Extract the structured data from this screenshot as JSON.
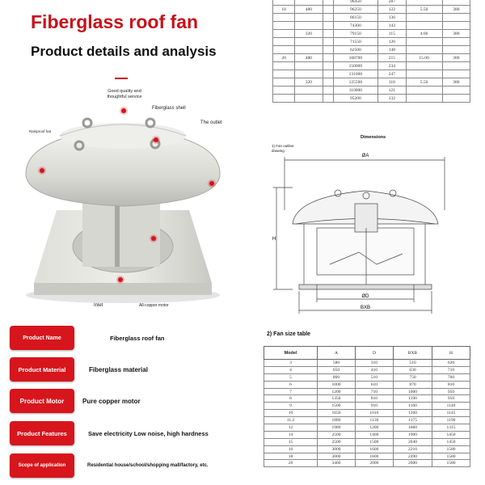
{
  "title": "Fiberglass roof fan",
  "subtitle": "Product details and analysis",
  "callouts": {
    "quality": "Good quality and thoughtful service",
    "shell": "Fiberglass shell",
    "outlet": "The outlet",
    "rainproof": "Rainproof hat",
    "inlet": "Inlet",
    "motor": "All-copper motor"
  },
  "specs": [
    {
      "label": "Product Name",
      "value": "Fiberglass roof fan"
    },
    {
      "label": "Product Material",
      "value": "Fiberglass material"
    },
    {
      "label": "Product Motor",
      "value": "Pure copper motor"
    },
    {
      "label": "Product Features",
      "value": "Save electricity Low noise, high hardness"
    },
    {
      "label": "Scope of application",
      "value": "Residential house/school/shopping mall/factory, etc."
    }
  ],
  "perf_table": {
    "rows": [
      [
        "",
        "",
        "",
        "96450",
        "287",
        "",
        ""
      ],
      [
        "18",
        "480",
        "",
        "96250",
        "122",
        "5.50",
        "380"
      ],
      [
        "",
        "",
        "",
        "86150",
        "136",
        "",
        ""
      ],
      [
        "",
        "",
        "",
        "74300",
        "143",
        "",
        ""
      ],
      [
        "",
        "320",
        "",
        "79150",
        "115",
        "4.00",
        "380"
      ],
      [
        "",
        "",
        "",
        "71550",
        "126",
        "",
        ""
      ],
      [
        "",
        "",
        "",
        "62500",
        "148",
        "",
        ""
      ],
      [
        "20",
        "480",
        "",
        "168700",
        "215",
        "15.00",
        "380"
      ],
      [
        "",
        "",
        "",
        "150000",
        "234",
        "",
        ""
      ],
      [
        "",
        "",
        "",
        "131000",
        "247",
        "",
        ""
      ],
      [
        "",
        "320",
        "",
        "125500",
        "118",
        "5.50",
        "380"
      ],
      [
        "",
        "",
        "",
        "110000",
        "121",
        "",
        ""
      ],
      [
        "",
        "",
        "",
        "95200",
        "132",
        "",
        ""
      ]
    ]
  },
  "dimensions": {
    "title": "Dimensions",
    "note": "1) Fan outline drawing",
    "label_a": "ØA",
    "label_h": "H",
    "label_d": "ØD",
    "label_b": "BXB"
  },
  "size_table": {
    "title": "2) Fan size table",
    "headers": [
      "Model",
      "A",
      "D",
      "BXB",
      "H"
    ],
    "rows": [
      [
        "3",
        "580",
        "310",
        "510",
        "620"
      ],
      [
        "4",
        "650",
        "410",
        "630",
        "710"
      ],
      [
        "5",
        "800",
        "510",
        "750",
        "760"
      ],
      [
        "6",
        "1000",
        "610",
        "870",
        "810"
      ],
      [
        "7",
        "1200",
        "710",
        "1000",
        "950"
      ],
      [
        "8",
        "1350",
        "810",
        "1190",
        "950"
      ],
      [
        "9",
        "1500",
        "910",
        "1160",
        "1140"
      ],
      [
        "10",
        "1650",
        "1010",
        "1260",
        "1145"
      ],
      [
        "11.2",
        "1880",
        "1130",
        "1375",
        "1190"
      ],
      [
        "12",
        "1980",
        "1200",
        "1660",
        "1315"
      ],
      [
        "14",
        "2500",
        "1400",
        "1900",
        "1450"
      ],
      [
        "15",
        "2500",
        "1500",
        "2040",
        "1450"
      ],
      [
        "16",
        "3000",
        "1600",
        "2210",
        "1580"
      ],
      [
        "18",
        "3000",
        "1800",
        "2490",
        "1580"
      ],
      [
        "20",
        "3460",
        "2000",
        "2600",
        "1580"
      ]
    ]
  },
  "colors": {
    "accent": "#d7151c",
    "title": "#c8101a"
  }
}
